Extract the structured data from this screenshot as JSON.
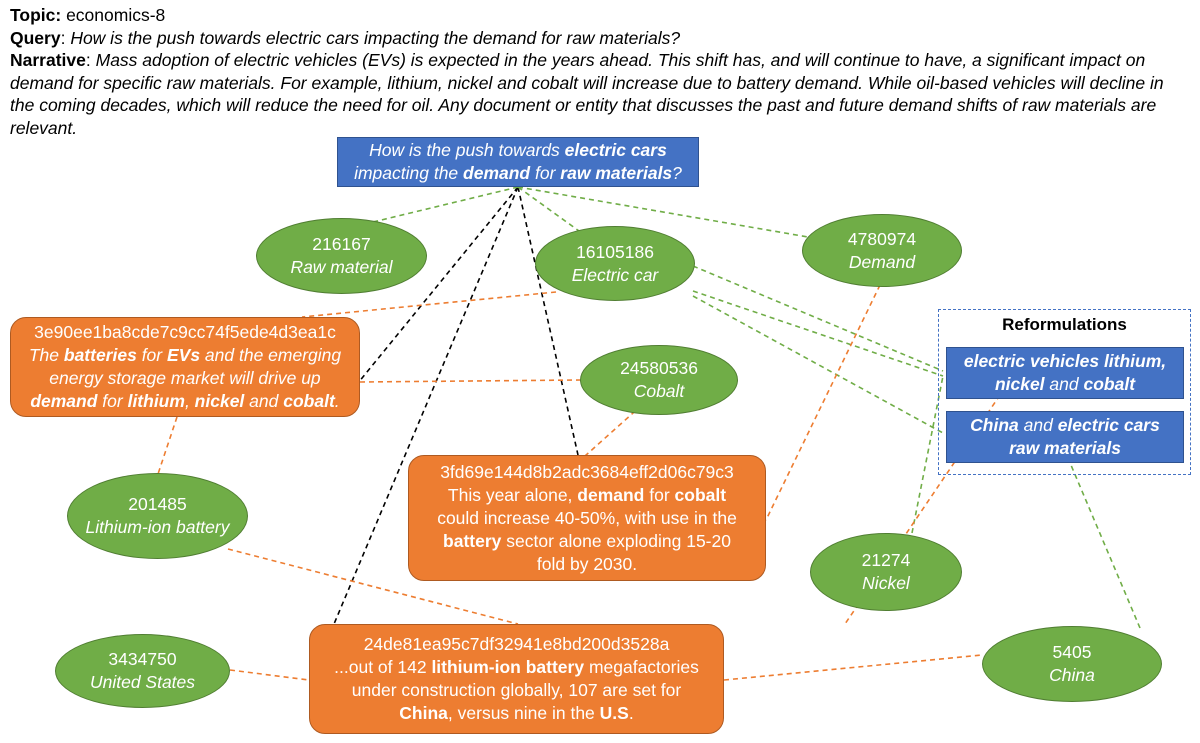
{
  "header": {
    "topic_label": "Topic:",
    "topic_value": "economics-8",
    "query_label": "Query",
    "query_value": "How is the push towards electric cars impacting the demand for raw materials?",
    "narrative_label": "Narrative",
    "narrative_value": "Mass adoption of electric vehicles (EVs) is expected in the years ahead. This shift has, and will continue to have, a significant impact on demand for specific raw materials. For example, lithium, nickel and cobalt will increase due to battery demand. While oil-based vehicles will decline in the coming decades, which will reduce the need for oil. Any document or entity that discusses the past and future demand shifts of raw materials are relevant."
  },
  "query_node": {
    "segments": [
      {
        "t": "How is the push towards ",
        "b": false
      },
      {
        "t": "electric cars",
        "b": true
      },
      {
        "br": true
      },
      {
        "t": "impacting the ",
        "b": false
      },
      {
        "t": "demand",
        "b": true
      },
      {
        "t": " for ",
        "b": false
      },
      {
        "t": "raw materials",
        "b": true
      },
      {
        "t": "?",
        "b": false
      }
    ]
  },
  "entities": [
    {
      "id": "e-216167",
      "code": "216167",
      "label": "Raw material"
    },
    {
      "id": "e-16105186",
      "code": "16105186",
      "label": "Electric car"
    },
    {
      "id": "e-4780974",
      "code": "4780974",
      "label": "Demand"
    },
    {
      "id": "e-24580536",
      "code": "24580536",
      "label": "Cobalt"
    },
    {
      "id": "e-201485",
      "code": "201485",
      "label": "Lithium-ion battery"
    },
    {
      "id": "e-21274",
      "code": "21274",
      "label": "Nickel"
    },
    {
      "id": "e-3434750",
      "code": "3434750",
      "label": "United States"
    },
    {
      "id": "e-5405",
      "code": "5405",
      "label": "China"
    }
  ],
  "documents": [
    {
      "id": "d1",
      "hash": "3e90ee1ba8cde7c9cc74f5ede4d3ea1c",
      "italic": true,
      "segments": [
        {
          "t": "The ",
          "b": false
        },
        {
          "t": "batteries",
          "b": true
        },
        {
          "t": " for ",
          "b": false
        },
        {
          "t": "EVs",
          "b": true
        },
        {
          "t": " and the emerging",
          "b": false
        },
        {
          "br": true
        },
        {
          "t": "energy storage market will drive up",
          "b": false
        },
        {
          "br": true
        },
        {
          "t": "demand",
          "b": true
        },
        {
          "t": " for ",
          "b": false
        },
        {
          "t": "lithium",
          "b": true
        },
        {
          "t": ", ",
          "b": false
        },
        {
          "t": "nickel",
          "b": true
        },
        {
          "t": " and ",
          "b": false
        },
        {
          "t": "cobalt",
          "b": true
        },
        {
          "t": ".",
          "b": false
        }
      ]
    },
    {
      "id": "d2",
      "hash": "3fd69e144d8b2adc3684eff2d06c79c3",
      "italic": false,
      "segments": [
        {
          "t": "This year alone, ",
          "b": false
        },
        {
          "t": "demand",
          "b": true
        },
        {
          "t": " for ",
          "b": false
        },
        {
          "t": "cobalt",
          "b": true
        },
        {
          "br": true
        },
        {
          "t": "could increase 40-50%, with use in the",
          "b": false
        },
        {
          "br": true
        },
        {
          "t": "battery",
          "b": true
        },
        {
          "t": " sector alone exploding 15-20",
          "b": false
        },
        {
          "br": true
        },
        {
          "t": "fold by 2030.",
          "b": false
        }
      ]
    },
    {
      "id": "d3",
      "hash": "24de81ea95c7df32941e8bd200d3528a",
      "italic": false,
      "segments": [
        {
          "t": "...out of 142 ",
          "b": false
        },
        {
          "t": "lithium-ion battery",
          "b": true
        },
        {
          "t": " megafactories",
          "b": false
        },
        {
          "br": true
        },
        {
          "t": "under construction globally, 107 are set for",
          "b": false
        },
        {
          "br": true
        },
        {
          "t": "China",
          "b": true
        },
        {
          "t": ", versus nine in the ",
          "b": false
        },
        {
          "t": "U.S",
          "b": true
        },
        {
          "t": ".",
          "b": false
        }
      ]
    }
  ],
  "reformulations": {
    "title": "Reformulations",
    "items": [
      {
        "id": "r1",
        "segments": [
          {
            "t": "electric vehicles lithium,"
          },
          {
            "br": true
          },
          {
            "t": "nickel"
          },
          {
            "t": " and ",
            "plain": true
          },
          {
            "t": "cobalt"
          }
        ]
      },
      {
        "id": "r2",
        "segments": [
          {
            "t": "China"
          },
          {
            "t": " and ",
            "plain": true
          },
          {
            "t": "electric cars"
          },
          {
            "br": true
          },
          {
            "t": "raw materials"
          }
        ]
      }
    ]
  },
  "edge_colors": {
    "green": "#70ad47",
    "orange": "#ed7d31",
    "black": "#000000"
  }
}
